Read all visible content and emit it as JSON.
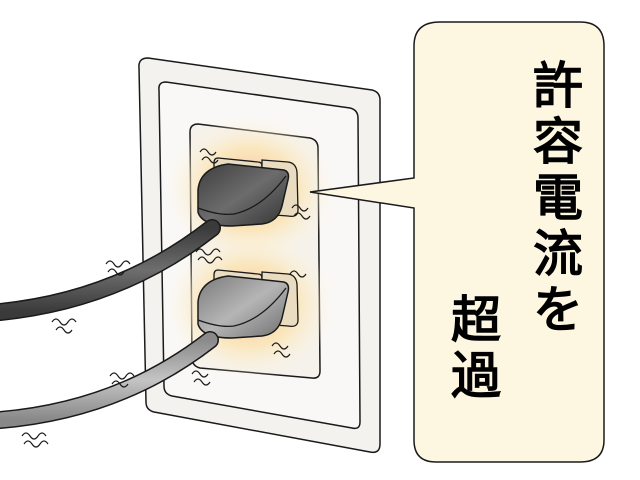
{
  "illustration": {
    "subject": "overloaded wall outlet with two plugs inserted",
    "colors": {
      "background": "#ffffff",
      "wall_plate": "#f4f2ef",
      "outline": "#1a1a1a",
      "heat_glow": "#fbd9a8",
      "plug_dark": "#555555",
      "plug_light": "#9a9a9a",
      "socket": "#e9dcc0",
      "bubble_fill": "#fdf7e2"
    },
    "icons": [
      "heat-wave-icon",
      "power-plug-icon",
      "outlet-icon"
    ]
  },
  "speech_bubble": {
    "line1": [
      "許",
      "容",
      "電",
      "流",
      "を"
    ],
    "line2": [
      "超",
      "過"
    ]
  }
}
